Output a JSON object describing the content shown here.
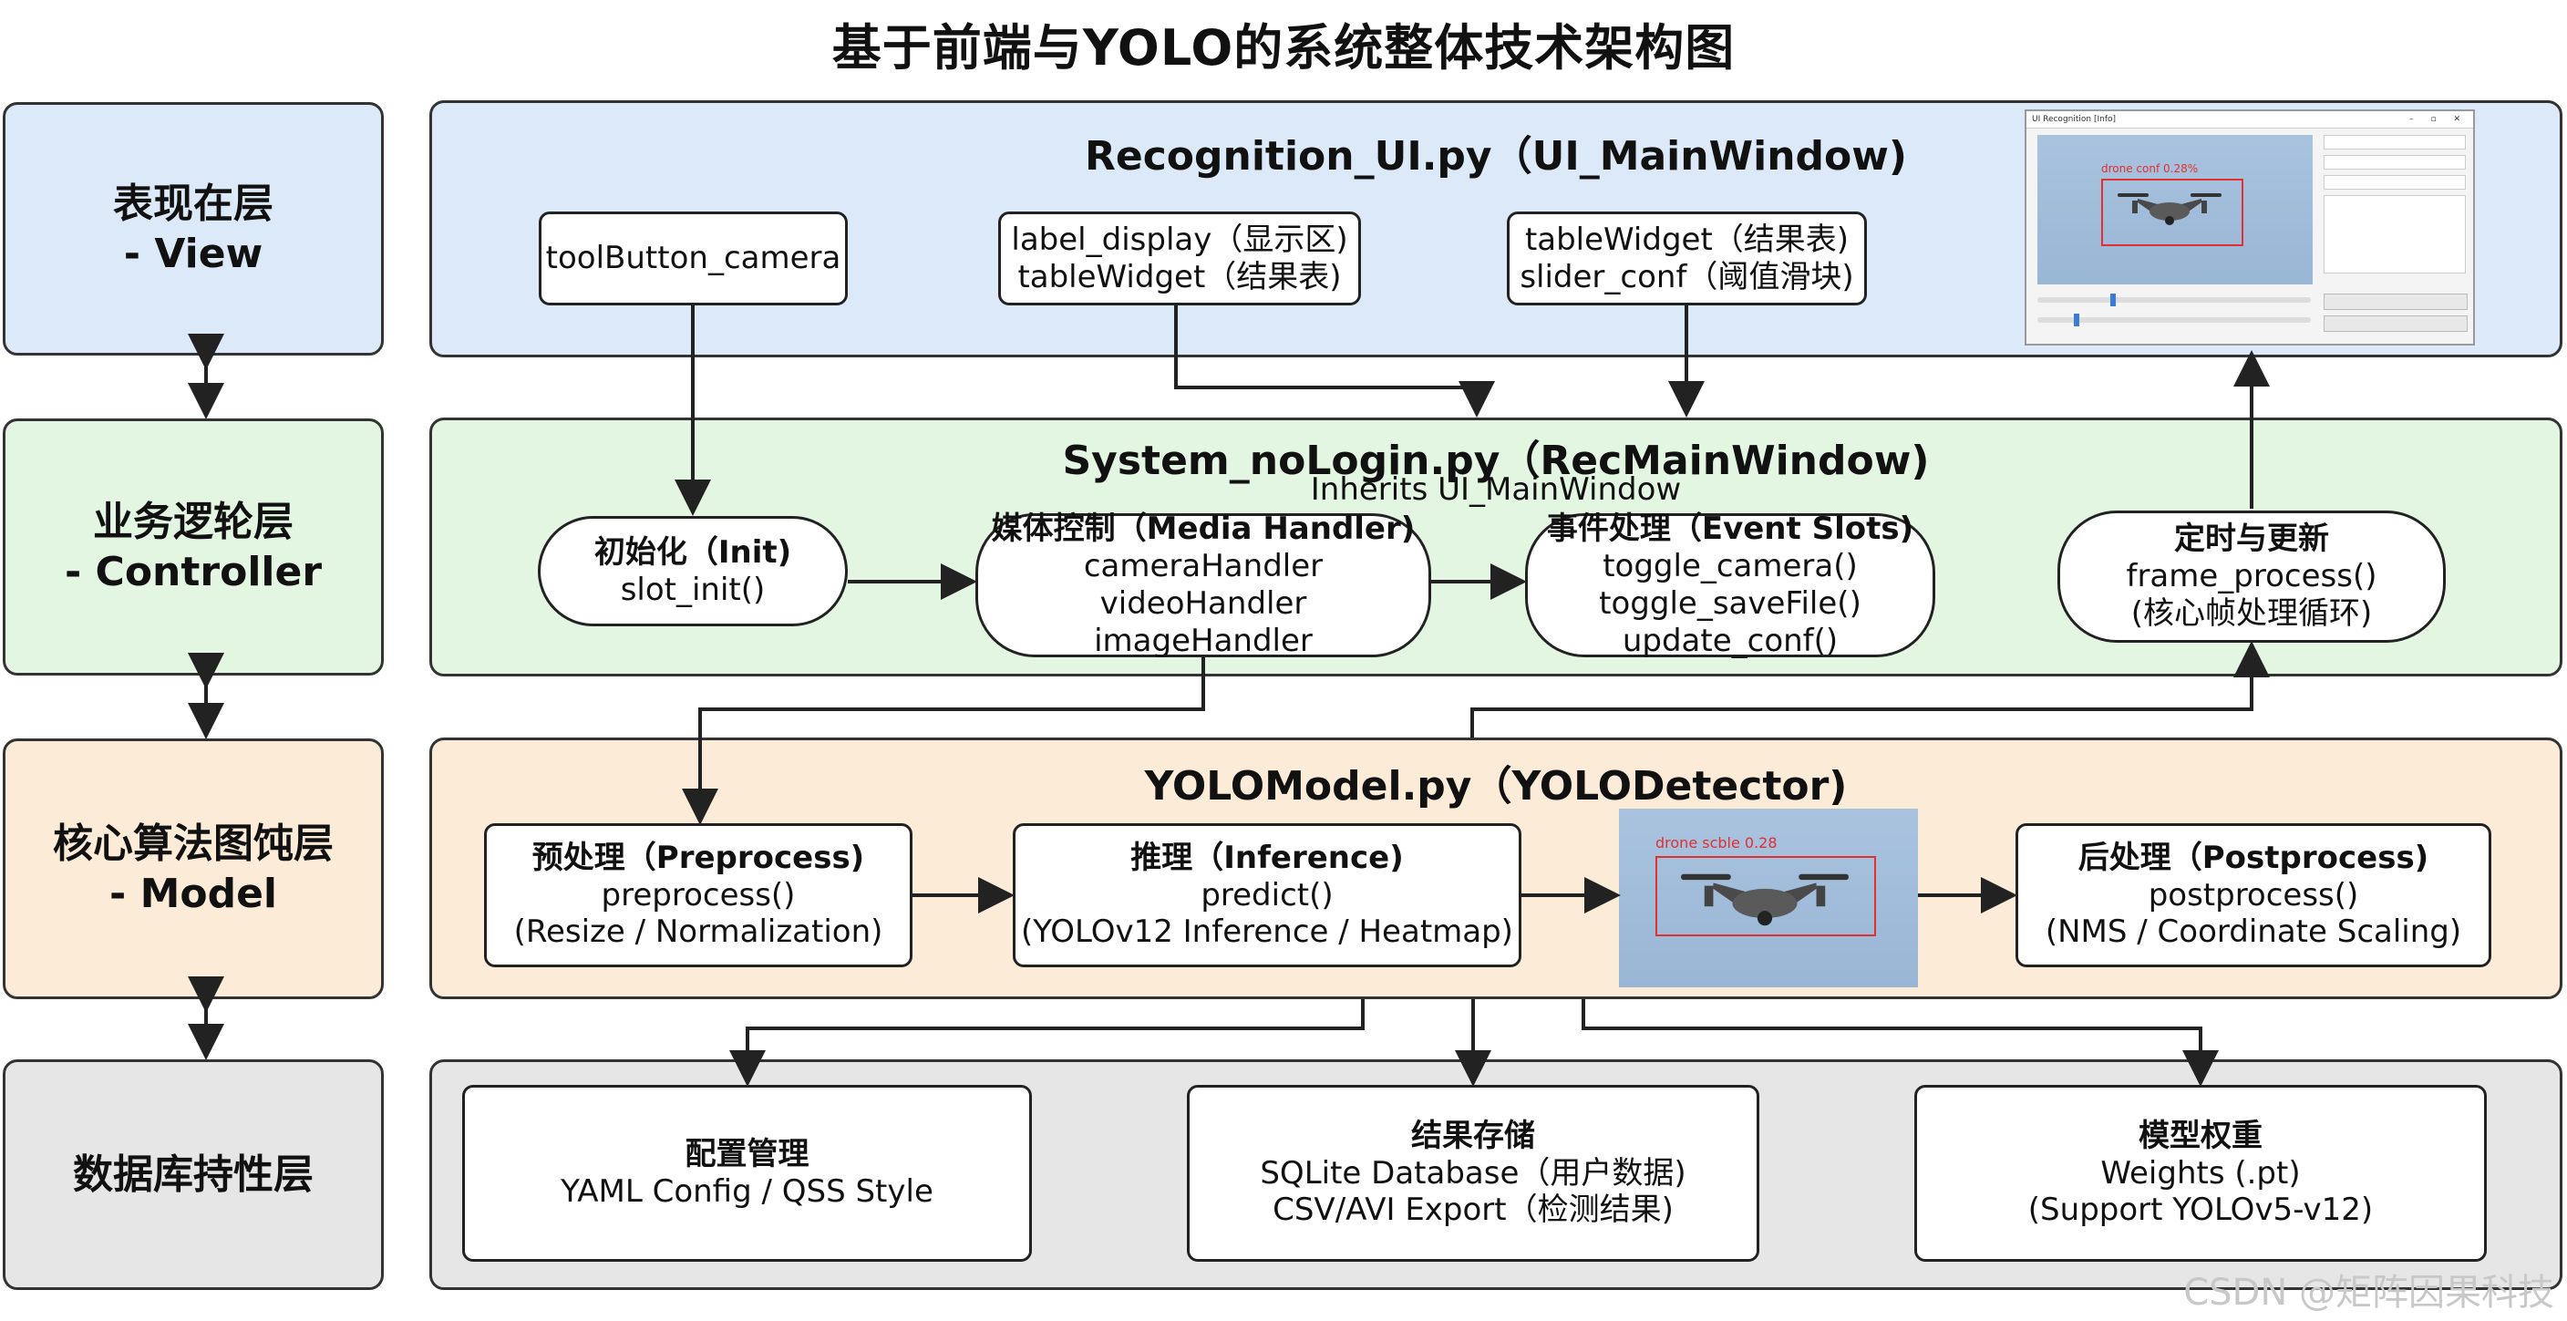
{
  "title": "基于前端与YOLO的系统整体技术架构图",
  "layers": {
    "view": {
      "line1": "表现在层",
      "line2": "- View"
    },
    "controller": {
      "line1": "业务逻轮层",
      "line2": "- Controller"
    },
    "model": {
      "line1": "核心算法图饨层",
      "line2": "- Model"
    },
    "data": {
      "line1": "数据库持性层"
    }
  },
  "view_panel": {
    "title": "Recognition_UI.py（UI_MainWindow)",
    "box1": "toolButton_camera",
    "box2": {
      "line1": "label_display（显示区)",
      "line2": "tableWidget（结果表)"
    },
    "box3": {
      "line1": "tableWidget（结果表)",
      "line2": "slider_conf（阈值滑块)"
    },
    "screenshot": {
      "window_title": "UI Recognition [Info]",
      "det_label": "drone conf 0.28%"
    }
  },
  "controller_panel": {
    "title": "System_noLogin.py（RecMainWindow)",
    "subtitle": "Inherits UI_MainWindow",
    "init": {
      "head": "初始化（Init)",
      "line1": "slot_init()"
    },
    "media": {
      "head": "媒体控制（Media Handler)",
      "line1": "cameraHandler",
      "line2": "videoHandler",
      "line3": "imageHandler"
    },
    "events": {
      "head": "事件处理（Event Slots)",
      "line1": "toggle_camera()",
      "line2": "toggle_saveFile()",
      "line3": "update_conf()"
    },
    "timer": {
      "head": "定时与更新",
      "line1": "frame_process()",
      "line2": "(核心帧处理循环)"
    }
  },
  "model_panel": {
    "title": "YOLOModel.py（YOLODetector)",
    "pre": {
      "head": "预处理（Preprocess)",
      "line1": "preprocess()",
      "line2": "(Resize / Normalization)"
    },
    "infer": {
      "head": "推理（Inference)",
      "line1": "predict()",
      "line2": "(YOLOv12 Inference / Heatmap)"
    },
    "det_label": "drone scble 0.28",
    "post": {
      "head": "后处理（Postprocess)",
      "line1": "postprocess()",
      "line2": "(NMS / Coordinate Scaling)"
    }
  },
  "data_panel": {
    "config": {
      "head": "配置管理",
      "line1": "YAML Config / QSS Style"
    },
    "results": {
      "head": "结果存储",
      "line1": "SQLite Database（用户数据)",
      "line2": "CSV/AVI Export（检测结果)"
    },
    "weights": {
      "head": "模型权重",
      "line1": "Weights (.pt)",
      "line2": "(Support YOLOv5-v12)"
    }
  },
  "watermark": "CSDN @矩阵因果科技",
  "colors": {
    "view_bg": "#dbe9f9",
    "controller_bg": "#e2f6e2",
    "model_bg": "#fcebd6",
    "data_bg": "#e6e6e6",
    "line": "#222222"
  }
}
